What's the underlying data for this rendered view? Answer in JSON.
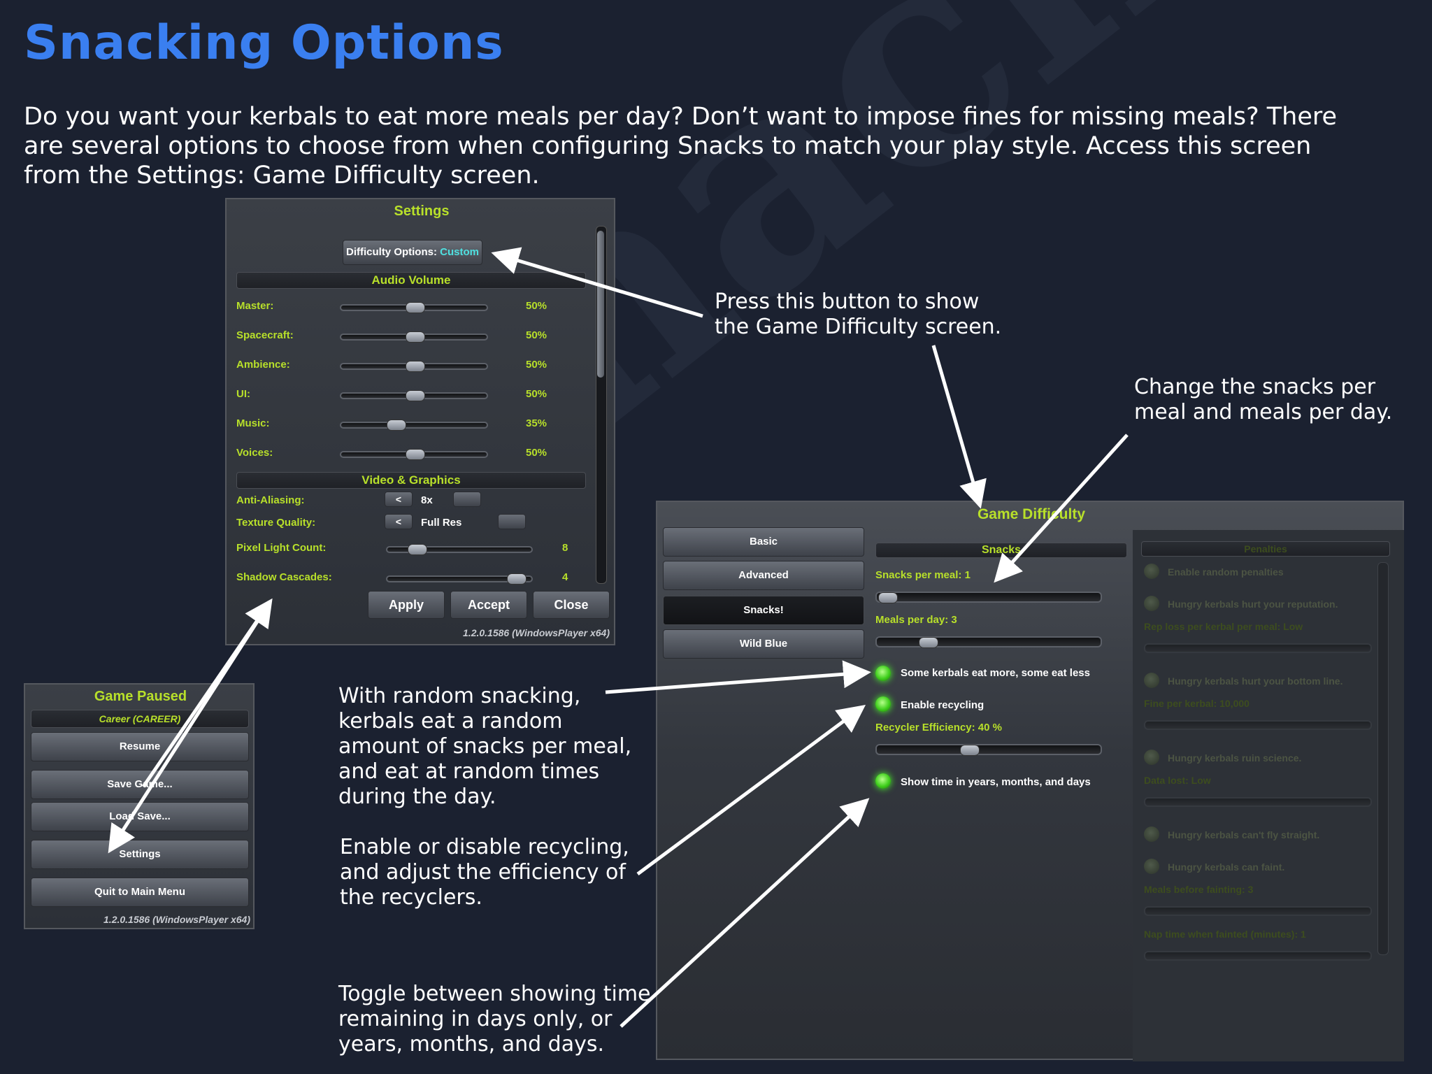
{
  "page": {
    "title": "Snacking Options",
    "intro": "Do you want your kerbals to eat more meals per day? Don’t want to impose fines for missing meals? There are several options to choose from when configuring Snacks to match your play style. Access this screen from the Settings: Game Difficulty screen.",
    "watermark": "Snacks!"
  },
  "callouts": {
    "difficulty_button": "Press this button to show the Game Difficulty screen.",
    "snacks_per_meal": "Change the snacks per meal and meals per day.",
    "random_snacking": "With random snacking, kerbals eat a random amount of snacks per meal, and eat at random times during the day.",
    "recycling": "Enable or disable recycling, and adjust the efficiency of the recyclers.",
    "time_display": "Toggle between showing time remaining in days only, or years, months, and days."
  },
  "settings_window": {
    "title": "Settings",
    "difficulty_label": "Difficulty Options: ",
    "difficulty_value": "Custom",
    "audio_header": "Audio Volume",
    "audio": [
      {
        "label": "Master:",
        "value": "50%",
        "level": 0.5
      },
      {
        "label": "Spacecraft:",
        "value": "50%",
        "level": 0.5
      },
      {
        "label": "Ambience:",
        "value": "50%",
        "level": 0.5
      },
      {
        "label": "UI:",
        "value": "50%",
        "level": 0.5
      },
      {
        "label": "Music:",
        "value": "35%",
        "level": 0.35
      },
      {
        "label": "Voices:",
        "value": "50%",
        "level": 0.5
      }
    ],
    "video_header": "Video & Graphics",
    "anti_aliasing": {
      "label": "Anti-Aliasing:",
      "value": "8x"
    },
    "texture_quality": {
      "label": "Texture Quality:",
      "value": "Full Res"
    },
    "pixel_light": {
      "label": "Pixel Light Count:",
      "value": "8",
      "level": 0.15
    },
    "shadow_cascades": {
      "label": "Shadow Cascades:",
      "value": "4",
      "level": 0.95
    },
    "buttons": {
      "apply": "Apply",
      "accept": "Accept",
      "close": "Close"
    },
    "version": "1.2.0.1586 (WindowsPlayer x64)",
    "prev_symbol": "<"
  },
  "pause_menu": {
    "title": "Game Paused",
    "mode": "Career (CAREER)",
    "buttons": [
      "Resume",
      "Save Game...",
      "Load Save...",
      "Settings",
      "Quit to Main Menu"
    ],
    "version": "1.2.0.1586 (WindowsPlayer x64)"
  },
  "difficulty_window": {
    "title": "Game Difficulty",
    "tabs": [
      "Basic",
      "Advanced",
      "Snacks!",
      "Wild Blue"
    ],
    "active_tab": "Snacks!",
    "snacks_header": "Snacks",
    "snacks_per_meal": {
      "label": "Snacks per meal: 1",
      "level": 0.0
    },
    "meals_per_day": {
      "label": "Meals per day: 3",
      "level": 0.2
    },
    "random_snacking": {
      "label": "Some kerbals eat more, some eat less",
      "on": true
    },
    "recycling": {
      "label": "Enable recycling",
      "on": true
    },
    "recycler_efficiency": {
      "label": "Recycler Efficiency: 40 %",
      "level": 0.4
    },
    "time_display": {
      "label": "Show time in years, months, and days",
      "on": true
    },
    "penalties_header": "Penalties",
    "penalties": {
      "random": "Enable random penalties",
      "reputation": "Hungry kerbals hurt your reputation.",
      "rep_loss": "Rep loss per kerbal per meal: Low",
      "bottom_line": "Hungry kerbals hurt your bottom line.",
      "fine": "Fine per kerbal: 10,000",
      "science": "Hungry kerbals ruin science.",
      "data_lost": "Data lost: Low",
      "fly_straight": "Hungry kerbals can't fly straight.",
      "faint": "Hungry kerbals can faint.",
      "meals_before_fainting": "Meals before fainting: 3",
      "nap_time": "Nap time when fainted (minutes): 1"
    }
  },
  "colors": {
    "background": "#1b2130",
    "title_blue": "#3a7ff0",
    "ksp_green": "#b8e02a",
    "custom_cyan": "#4fe0e0"
  }
}
